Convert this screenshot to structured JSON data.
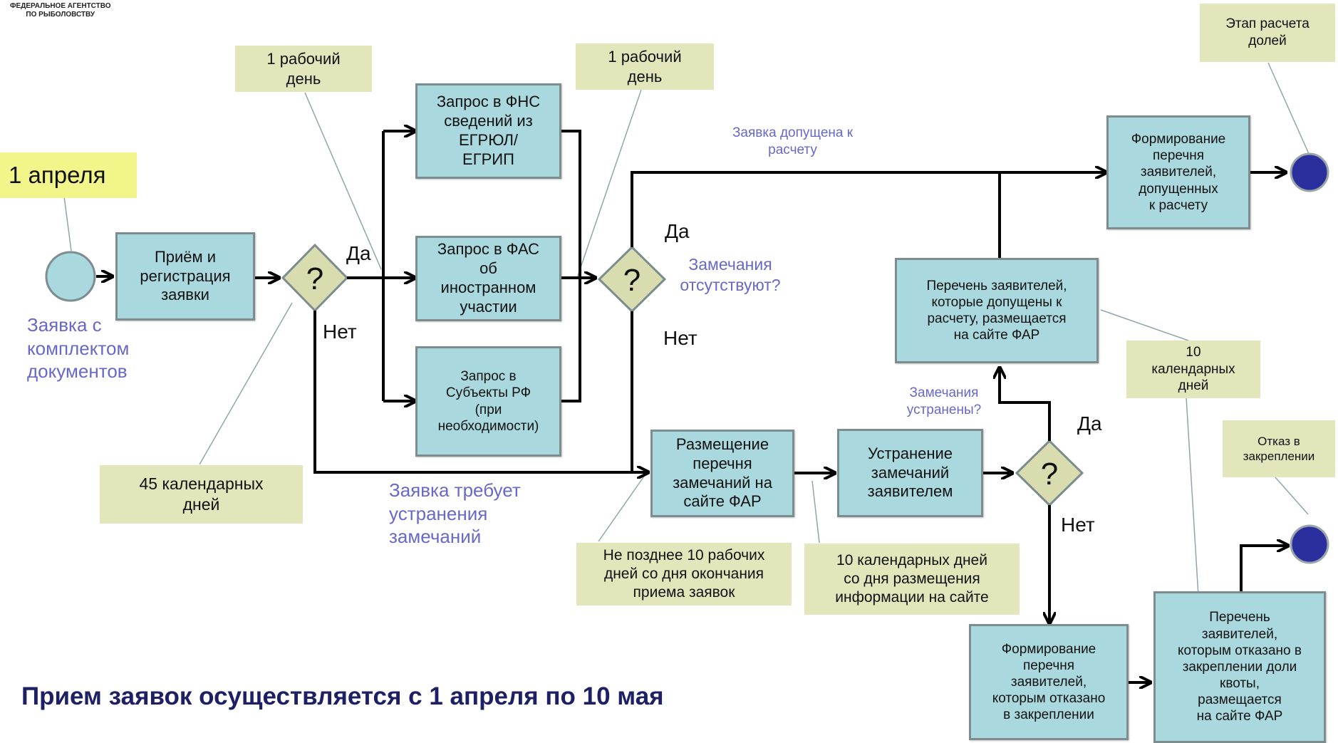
{
  "header": {
    "org_line1": "ФЕДЕРАЛЬНОЕ АГЕНТСТВО",
    "org_line2": "ПО РЫБОЛОВСТВУ"
  },
  "date_label": "1 апреля",
  "start_label": "Заявка с\nкомплектом\nдокументов",
  "nodes": {
    "reception": "Приём и\nрегистрация\nзаявки",
    "fns": "Запрос в ФНС\nсведений из\nЕГРЮЛ/\nЕГРИП",
    "fas": "Запрос в ФАС\nоб\nиностранном\nучастии",
    "subjects": "Запрос в\nСубъекты РФ\n(при\nнеобходимости)",
    "form_admitted": "Формирование\nперечня\nзаявителей,\nдопущенных\nк расчету",
    "list_admitted": "Перечень заявителей,\nкоторые допущены к\nрасчету, размещается\nна сайте ФАР",
    "post_remarks": "Размещение\nперечня\nзамечаний на\nсайте ФАР",
    "fix_remarks": "Устранение\nзамечаний\nзаявителем",
    "form_refused": "Формирование\nперечня\nзаявителей,\nкоторым отказано\nв закреплении",
    "list_refused": "Перечень\nзаявителей,\nкоторым отказано в\nзакреплении доли\nквоты,\nразмещается\nна сайте ФАР"
  },
  "decisions": {
    "d1": "?",
    "d2": "?",
    "d3": "?"
  },
  "labels": {
    "yes1": "Да",
    "no1": "Нет",
    "yes2": "Да",
    "no2": "Нет",
    "yes3": "Да",
    "no3": "Нет",
    "admitted": "Заявка допущена к\nрасчету",
    "no_remarks": "Замечания\nотсутствуют?",
    "needs_fix": "Заявка требует\nустранения\nзамечаний",
    "remarks_fixed": "Замечания\nустранены?"
  },
  "notes": {
    "n_1day_a": "1 рабочий\nдень",
    "n_1day_b": "1 рабочий\nдень",
    "n_45days": "45 календарных\nдней",
    "n_10work": "Не позднее 10 рабочих\nдней со дня окончания\nприема заявок",
    "n_10cal_site": "10 календарных дней\nсо дня размещения\nинформации на сайте",
    "n_10cal": "10\nкалендарных\nдней",
    "n_stage": "Этап расчета\nдолей",
    "n_refusal": "Отказ в\nзакреплении"
  },
  "footer_title": "Прием заявок осуществляется с 1 апреля по 10 мая",
  "colors": {
    "process_fill": "#a9d9de",
    "note_fill": "#e2e6ba",
    "date_fill": "#f2f58a",
    "decision_fill": "#d9dcae",
    "end_fill": "#2b2f9e",
    "label_purple": "#6868c8",
    "title_navy": "#1e2066"
  }
}
